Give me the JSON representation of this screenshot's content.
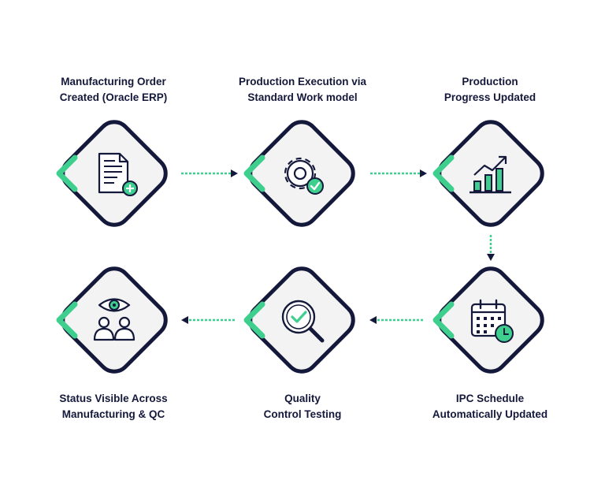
{
  "colors": {
    "navy": "#14183a",
    "accent": "#3ecf8e",
    "tile_fill": "#f3f3f3"
  },
  "steps": [
    {
      "id": "manufacturing-order",
      "icon": "document-plus-icon",
      "lines": [
        "Manufacturing Order",
        "Created (Oracle ERP)"
      ]
    },
    {
      "id": "production-execution",
      "icon": "gear-check-icon",
      "lines": [
        "Production Execution via",
        "Standard Work model"
      ]
    },
    {
      "id": "production-progress",
      "icon": "bar-chart-trend-icon",
      "lines": [
        "Production",
        "Progress Updated"
      ]
    },
    {
      "id": "ipc-schedule",
      "icon": "calendar-clock-icon",
      "lines": [
        "IPC Schedule",
        "Automatically Updated"
      ]
    },
    {
      "id": "quality-control",
      "icon": "magnifier-check-icon",
      "lines": [
        "Quality",
        "Control Testing"
      ]
    },
    {
      "id": "status-visible",
      "icon": "eye-users-icon",
      "lines": [
        "Status Visible Across",
        "Manufacturing & QC"
      ]
    }
  ],
  "connectors": [
    {
      "from": "manufacturing-order",
      "to": "production-execution",
      "direction": "right"
    },
    {
      "from": "production-execution",
      "to": "production-progress",
      "direction": "right"
    },
    {
      "from": "production-progress",
      "to": "ipc-schedule",
      "direction": "down"
    },
    {
      "from": "ipc-schedule",
      "to": "quality-control",
      "direction": "left"
    },
    {
      "from": "quality-control",
      "to": "status-visible",
      "direction": "left"
    }
  ]
}
